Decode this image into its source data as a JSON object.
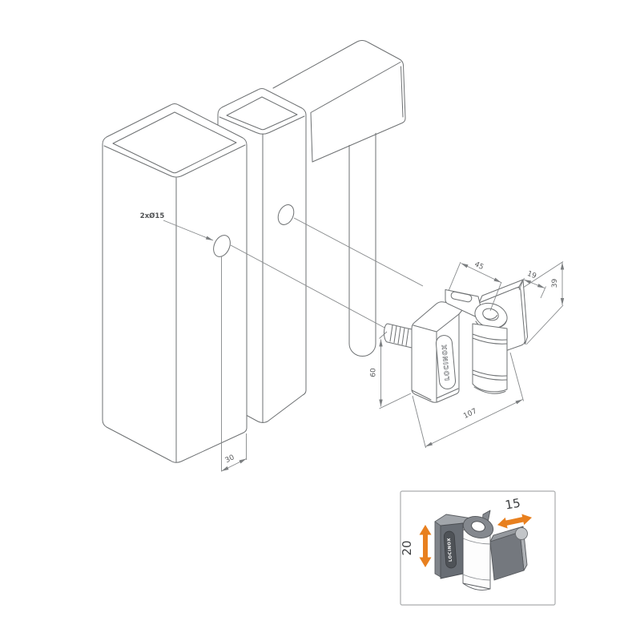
{
  "drawing": {
    "brand": "LOCINOX",
    "labels": {
      "hole_spec": "2xØ15",
      "hole_offset": "30",
      "strap_length": "45",
      "plate_width": "19",
      "plate_height": "39",
      "body_height": "60",
      "overall_length": "107"
    },
    "inset": {
      "horizontal_adjustment": "15",
      "vertical_adjustment": "20",
      "brand": "LOCINOX"
    },
    "colors": {
      "line": "#6e7173",
      "dimension": "#85888a",
      "text": "#595b5d",
      "accent_orange": "#e8801f",
      "inset_border": "#aaacae",
      "body_dark_gray": "#686d74",
      "body_light_gray": "#a2a6ab"
    }
  }
}
